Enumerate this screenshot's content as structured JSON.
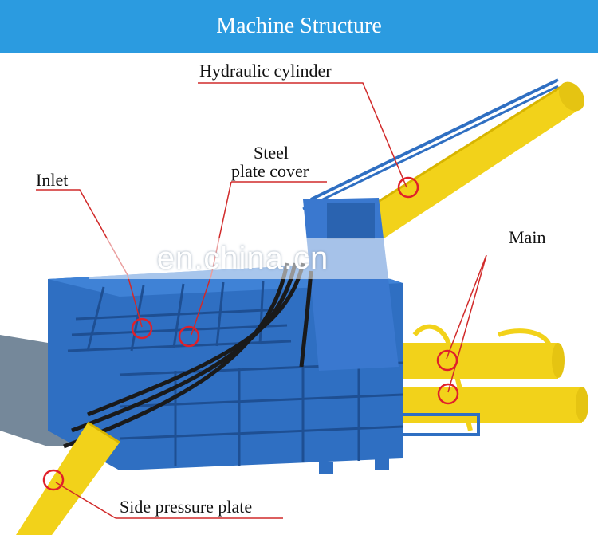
{
  "header": {
    "title": "Machine Structure"
  },
  "labels": {
    "hydraulic_cylinder": "Hydraulic cylinder",
    "steel_line1": "Steel",
    "steel_line2": "plate cover",
    "inlet": "Inlet",
    "main": "Main",
    "side_pressure_plate": "Side pressure plate"
  },
  "watermark": "en.china.cn",
  "colors": {
    "banner": "#2b9be0",
    "machine_blue": "#2f6fc2",
    "cylinder_yellow": "#f2d21a",
    "marker_red": "#e0202a"
  }
}
